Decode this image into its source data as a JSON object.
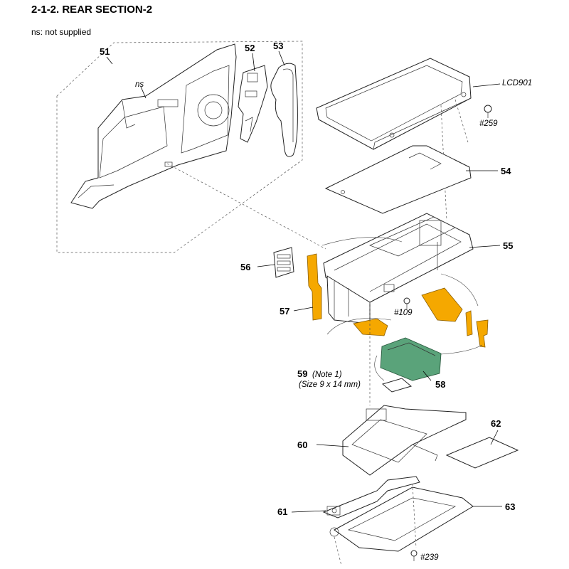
{
  "title": "2-1-2. REAR SECTION-2",
  "legend": "ns: not supplied",
  "labels": {
    "p51": "51",
    "p52": "52",
    "p53": "53",
    "ns": "ns",
    "lcd": "LCD901",
    "s259": "#259",
    "p54": "54",
    "p55": "55",
    "p56": "56",
    "p57": "57",
    "s109": "#109",
    "p58": "58",
    "p59": "59",
    "p59_note": "(Note 1)",
    "p59_size": "(Size 9 x 14 mm)",
    "p60": "60",
    "p61": "61",
    "p62": "62",
    "p63": "63",
    "s239": "#239"
  },
  "colors": {
    "flex": "#f5a800",
    "pcb": "#5aa37a"
  }
}
